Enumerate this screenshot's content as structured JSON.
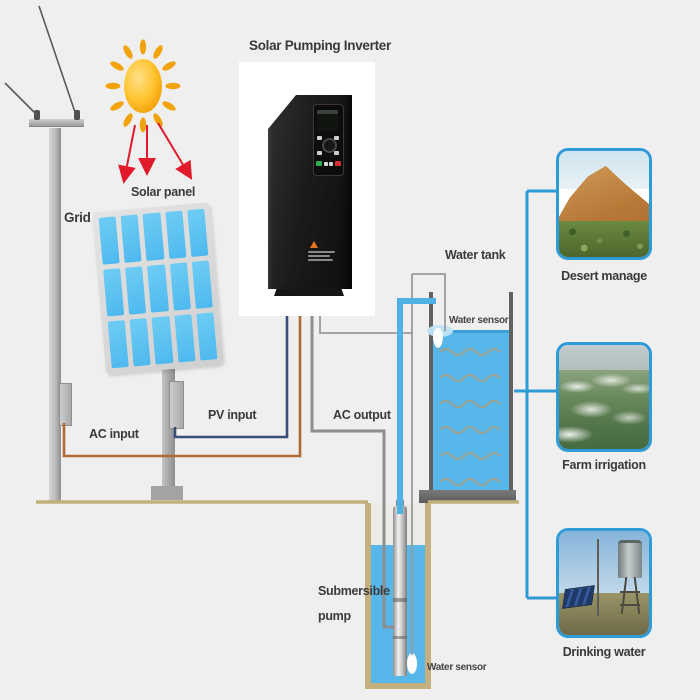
{
  "title": "Solar Pumping Inverter",
  "labels": {
    "grid": "Grid",
    "solar_panel": "Solar panel",
    "ac_input": "AC input",
    "pv_input": "PV input",
    "ac_output": "AC output",
    "water_tank": "Water tank",
    "tank_water_sensor": "Water sensor",
    "well_water_sensor": "Water sensor",
    "submersible_pump": "Submersible pump"
  },
  "applications": [
    {
      "label": "Desert manage"
    },
    {
      "label": "Farm irrigation"
    },
    {
      "label": "Drinking water"
    }
  ],
  "colors": {
    "background": "#efefef",
    "accent_blue": "#2f9bd6",
    "water_blue": "#58b7ea",
    "pv_wire_navy": "#3a4e7a",
    "ac_wire_brown": "#b16a33",
    "ac_output_gray": "#8e8e8e",
    "arrow_red": "#e11b2b",
    "ground_tan": "#c2af7c",
    "sun_orange": "#f2a30b",
    "panel_cell_blue": "#55c1f2"
  }
}
